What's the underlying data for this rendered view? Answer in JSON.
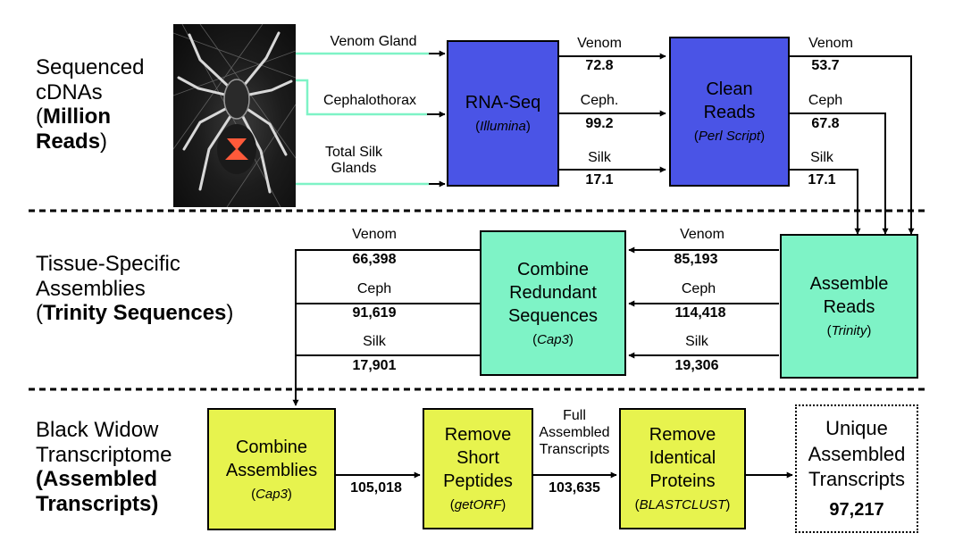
{
  "sections": {
    "sequenced": {
      "line1": "Sequenced",
      "line2": "cDNAs",
      "line3_open": "(",
      "line3_bold": "Million",
      "line4_bold": "Reads",
      "line4_close": ")"
    },
    "tissue": {
      "line1": "Tissue-Specific",
      "line2": "Assemblies",
      "line3_open": "(",
      "line3_bold": "Trinity Sequences",
      "line3_close": ")"
    },
    "transcriptome": {
      "line1": "Black Widow",
      "line2": "Transcriptome",
      "line3": "(Assembled",
      "line4": "Transcripts)"
    }
  },
  "inputs": {
    "venom_gland": "Venom Gland",
    "cephalothorax": "Cephalothorax",
    "silk_line1": "Total Silk",
    "silk_line2": "Glands"
  },
  "boxes": {
    "rnaseq": {
      "title": "RNA-Seq",
      "sub_open": "(",
      "sub": "Illumina",
      "sub_close": ")"
    },
    "clean": {
      "line1": "Clean",
      "line2": "Reads",
      "sub_open": "(",
      "sub": "Perl Script",
      "sub_close": ")"
    },
    "assemble": {
      "line1": "Assemble",
      "line2": "Reads",
      "sub_open": "(",
      "sub": "Trinity",
      "sub_close": ")"
    },
    "combine_redundant": {
      "line1": "Combine",
      "line2": "Redundant",
      "line3": "Sequences",
      "sub_open": "(",
      "sub": "Cap3",
      "sub_close": ")"
    },
    "combine_assemblies": {
      "line1": "Combine",
      "line2": "Assemblies",
      "sub_open": "(",
      "sub": "Cap3",
      "sub_close": ")"
    },
    "remove_short": {
      "line1": "Remove",
      "line2": "Short",
      "line3": "Peptides",
      "sub_open": "(",
      "sub": "getORF",
      "sub_close": ")"
    },
    "remove_identical": {
      "line1": "Remove",
      "line2": "Identical",
      "line3": "Proteins",
      "sub_open": "(",
      "sub": "BLASTCLUST",
      "sub_close": ")"
    },
    "unique": {
      "line1": "Unique",
      "line2": "Assembled",
      "line3": "Transcripts",
      "value": "97,217"
    }
  },
  "flows": {
    "rnaseq_to_clean": [
      {
        "label": "Venom",
        "value": "72.8"
      },
      {
        "label": "Ceph.",
        "value": "99.2"
      },
      {
        "label": "Silk",
        "value": "17.1"
      }
    ],
    "clean_to_assemble": [
      {
        "label": "Venom",
        "value": "53.7"
      },
      {
        "label": "Ceph",
        "value": "67.8"
      },
      {
        "label": "Silk",
        "value": "17.1"
      }
    ],
    "assemble_to_redundant": [
      {
        "label": "Venom",
        "value": "85,193"
      },
      {
        "label": "Ceph",
        "value": "114,418"
      },
      {
        "label": "Silk",
        "value": "19,306"
      }
    ],
    "redundant_to_combine": [
      {
        "label": "Venom",
        "value": "66,398"
      },
      {
        "label": "Ceph",
        "value": "91,619"
      },
      {
        "label": "Silk",
        "value": "17,901"
      }
    ],
    "combine_to_remove_short": {
      "value": "105,018"
    },
    "remove_short_to_identical": {
      "line1": "Full",
      "line2": "Assembled",
      "line3": "Transcripts",
      "value": "103,635"
    }
  },
  "colors": {
    "rnaseq_box": "#4a54e6",
    "tissue_box": "#7ef3c6",
    "transcriptome_box": "#e7f34e",
    "input_lines": "#7ef3c6"
  }
}
